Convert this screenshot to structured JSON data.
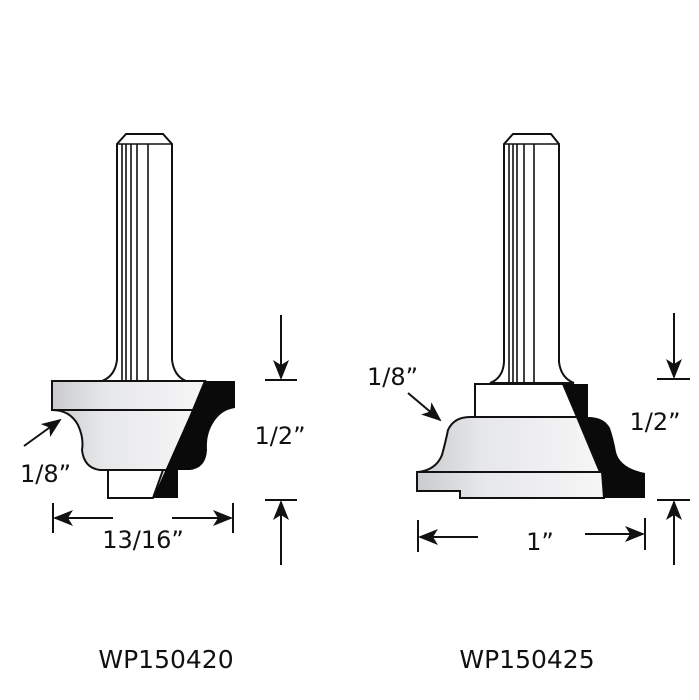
{
  "colors": {
    "outline": "#111111",
    "blade": "#0a0a0a",
    "body_gradient_start": "#cfd1d4",
    "body_gradient_end": "#f4f4f5",
    "background": "#ffffff"
  },
  "bits": [
    {
      "part_number": "WP150420",
      "radius_label": "1/8”",
      "cutting_height_label": "1/2”",
      "cutting_diameter_label": "13/16”"
    },
    {
      "part_number": "WP150425",
      "radius_label": "1/8”",
      "cutting_height_label": "1/2”",
      "cutting_diameter_label": "1”"
    }
  ]
}
